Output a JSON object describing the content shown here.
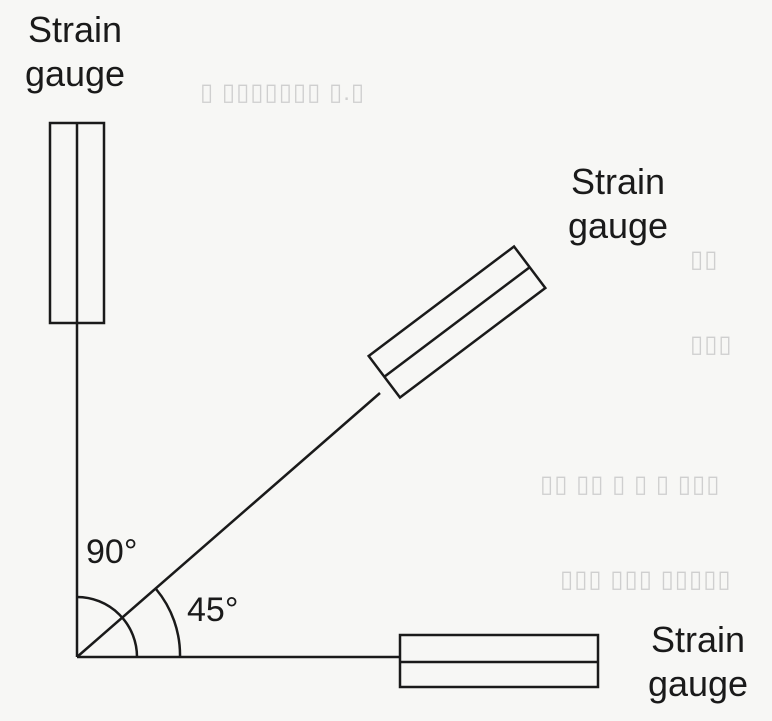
{
  "gauges": {
    "vertical": {
      "line1": "Strain",
      "line2": "gauge"
    },
    "diagonal": {
      "line1": "Strain",
      "line2": "gauge"
    },
    "horizontal": {
      "line1": "Strain",
      "line2": "gauge"
    }
  },
  "angles": {
    "right": "90°",
    "diagonal": "45°"
  }
}
